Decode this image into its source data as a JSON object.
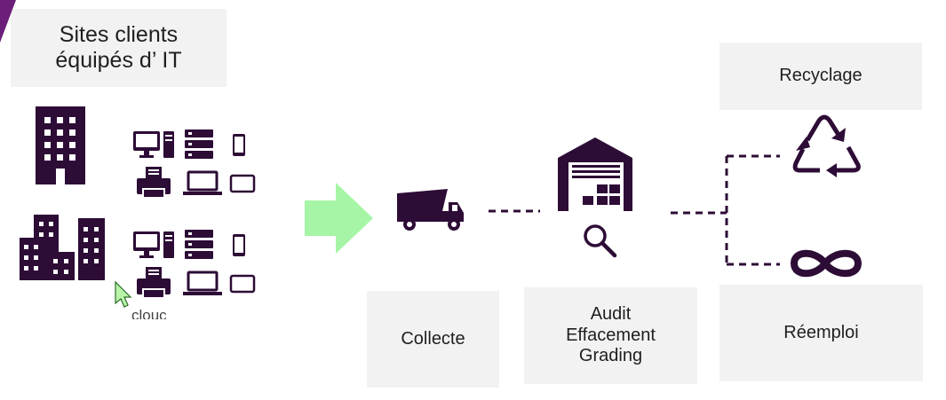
{
  "colors": {
    "ink": "#2d0c36",
    "arrow": "#a6f5a6",
    "box_bg": "#f2f2f2",
    "corner": "#6b1f7a"
  },
  "source": {
    "title_line1": "Sites clients",
    "title_line2": "équipés d’ IT",
    "cut_text": "clouc"
  },
  "steps": {
    "collecte": "Collecte",
    "audit_line1": "Audit",
    "audit_line2": "Effacement",
    "audit_line3": "Grading",
    "recyclage": "Recyclage",
    "reemploi": "Réemploi"
  },
  "icons": [
    "office-building-icon",
    "city-buildings-icon",
    "desktop-computer-icon",
    "server-rack-icon",
    "smartphone-icon",
    "printer-icon",
    "laptop-icon",
    "tablet-icon",
    "truck-icon",
    "warehouse-icon",
    "magnifier-icon",
    "recycle-icon",
    "infinity-icon",
    "cursor-icon"
  ]
}
